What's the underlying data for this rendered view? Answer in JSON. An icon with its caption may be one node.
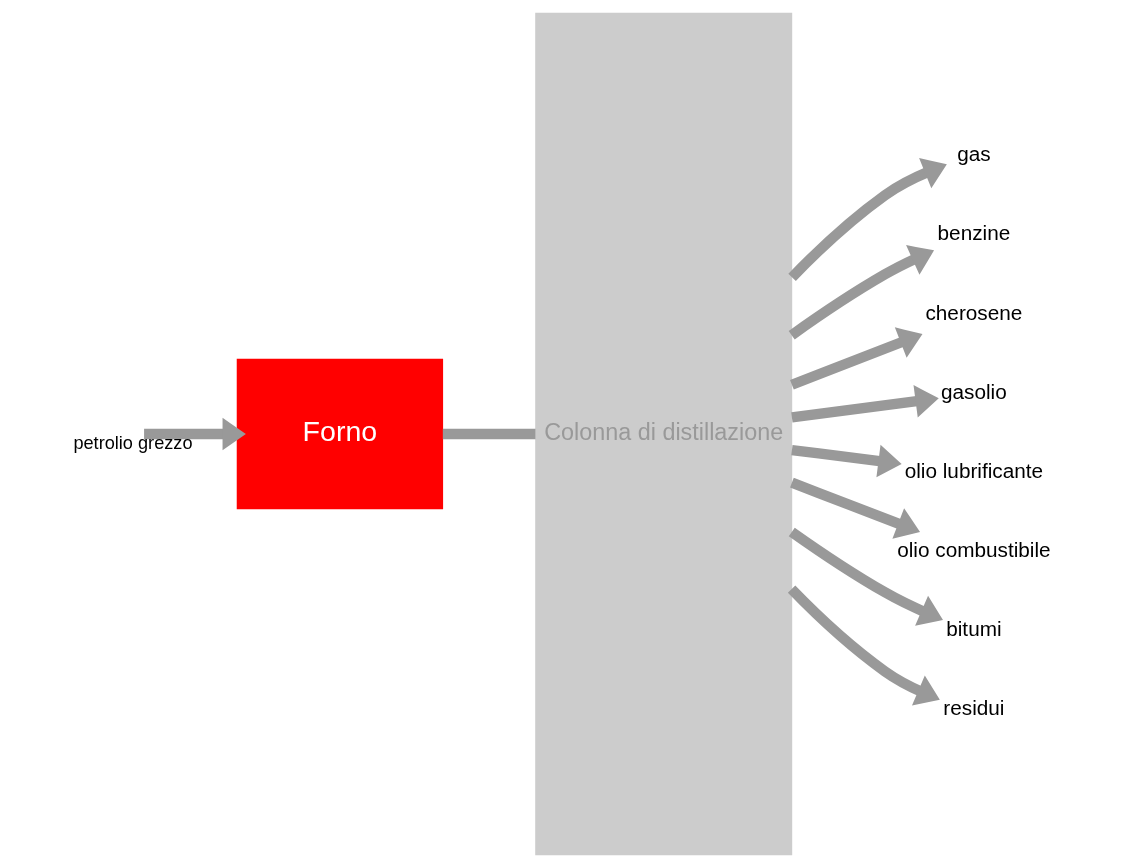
{
  "diagram": {
    "nodes": [
      {
        "text": [
          "Forno"
        ]
      },
      {
        "text": [
          "Colonna di distillazione"
        ]
      },
      {
        "text": [
          "gas"
        ]
      },
      {
        "text": [
          "benzine"
        ]
      },
      {
        "text": [
          "cherosene"
        ]
      },
      {
        "text": [
          "gasolio"
        ]
      },
      {
        "text": [
          "olio lubrificante"
        ]
      },
      {
        "text": [
          "olio combustibile"
        ]
      },
      {
        "text": [
          "bitumi"
        ]
      },
      {
        "text": [
          "residui"
        ]
      }
    ],
    "edges": [
      {
        "from": null,
        "to": 0,
        "arrow": "to",
        "label": "petrolio grezzo"
      },
      {
        "from": 0,
        "to": 1,
        "arrow": "none"
      },
      {
        "from": 1,
        "to": 2,
        "arrow": "to"
      },
      {
        "from": 1,
        "to": 3,
        "arrow": "to"
      },
      {
        "from": 1,
        "to": 4,
        "arrow": "to"
      },
      {
        "from": 1,
        "to": 5,
        "arrow": "to"
      },
      {
        "from": 1,
        "to": 6,
        "arrow": "to"
      },
      {
        "from": 1,
        "to": 7,
        "arrow": "to"
      },
      {
        "from": 1,
        "to": 8,
        "arrow": "to"
      },
      {
        "from": 1,
        "to": 9,
        "arrow": "to"
      }
    ]
  }
}
